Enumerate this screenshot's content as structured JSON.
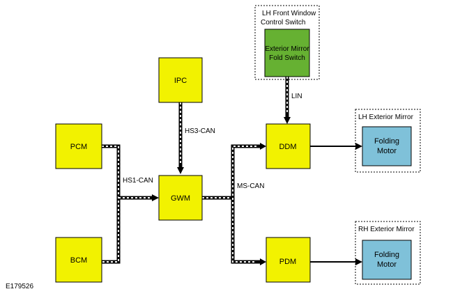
{
  "modules": {
    "ipc": "IPC",
    "pcm": "PCM",
    "bcm": "BCM",
    "gwm": "GWM",
    "ddm": "DDM",
    "pdm": "PDM",
    "mirror_fold_switch": [
      "Exterior Mirror",
      "Fold Switch"
    ],
    "lh_folding_motor": [
      "Folding",
      "Motor"
    ],
    "rh_folding_motor": [
      "Folding",
      "Motor"
    ]
  },
  "groups": {
    "lh_front_window_switch": [
      "LH Front Window",
      "Control Switch"
    ],
    "lh_exterior_mirror": "LH Exterior Mirror",
    "rh_exterior_mirror": "RH Exterior Mirror"
  },
  "buses": {
    "hs3": "HS3-CAN",
    "hs1": "HS1-CAN",
    "ms": "MS-CAN",
    "lin": "LIN"
  },
  "figure_id": "E179526",
  "colors": {
    "module_fill": "#f2f200",
    "switch_fill": "#66b132",
    "motor_fill": "#7fc1d9",
    "bus_black": "#000000",
    "bus_white": "#ffffff"
  }
}
